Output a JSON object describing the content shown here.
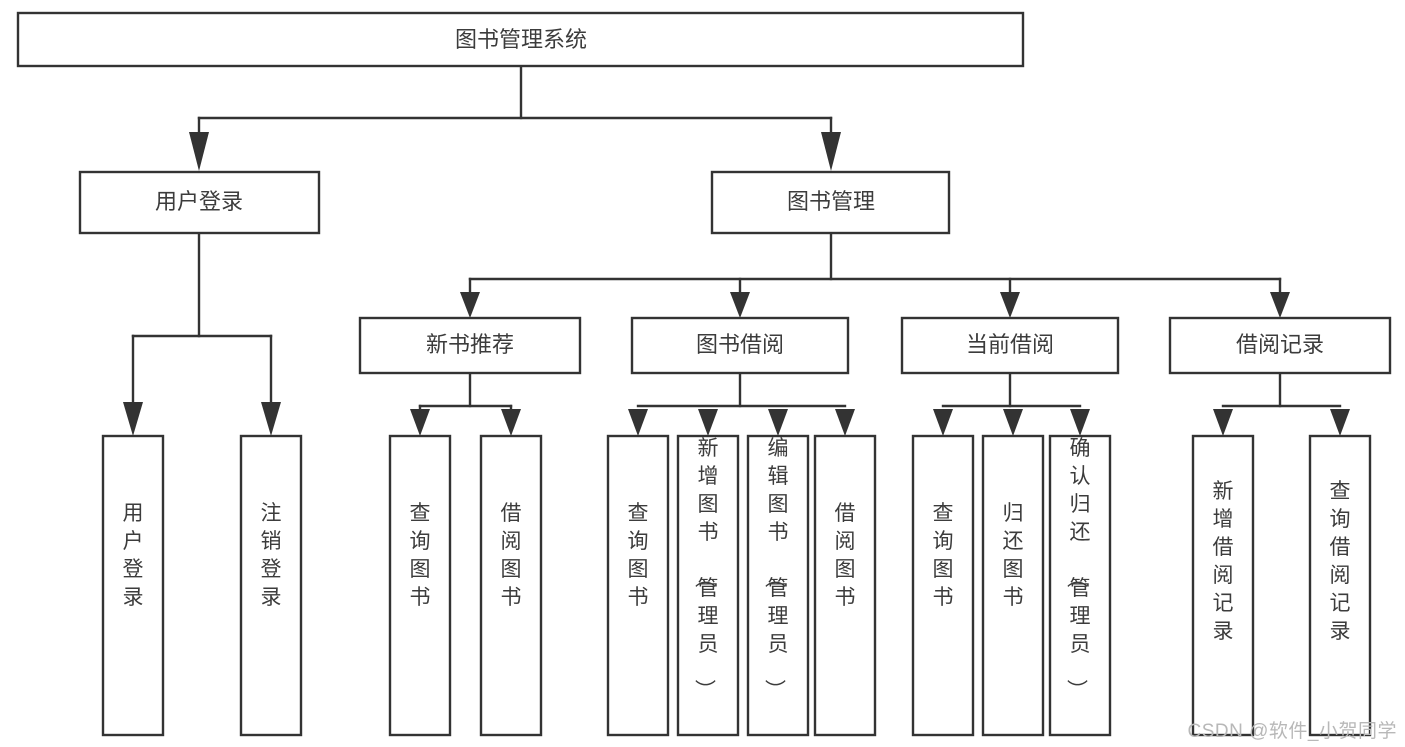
{
  "diagram": {
    "type": "tree-hierarchy-functional-decomposition",
    "title": "图书管理系统",
    "watermark": "CSDN @软件_小贺同学",
    "colors": {
      "stroke": "#333333",
      "text": "#3c3c3c",
      "background": "#ffffff",
      "watermark": "#b8b8b8"
    },
    "levels": {
      "root": {
        "label": "图书管理系统"
      },
      "level2": [
        {
          "label": "用户登录"
        },
        {
          "label": "图书管理"
        }
      ],
      "level3": [
        {
          "label": "新书推荐"
        },
        {
          "label": "图书借阅"
        },
        {
          "label": "当前借阅"
        },
        {
          "label": "借阅记录"
        }
      ],
      "leaves": {
        "user_login": [
          {
            "label": "用户登录"
          },
          {
            "label": "注销登录"
          }
        ],
        "new_book_recommend": [
          {
            "label": "查询图书"
          },
          {
            "label": "借阅图书"
          }
        ],
        "book_borrow": [
          {
            "label": "查询图书"
          },
          {
            "label": "新增图书（管理员）"
          },
          {
            "label": "编辑图书（管理员）"
          },
          {
            "label": "借阅图书"
          }
        ],
        "current_borrow": [
          {
            "label": "查询图书"
          },
          {
            "label": "归还图书"
          },
          {
            "label": "确认归还（管理员）"
          }
        ],
        "borrow_record": [
          {
            "label": "新增借阅记录"
          },
          {
            "label": "查询借阅记录"
          }
        ]
      }
    }
  }
}
